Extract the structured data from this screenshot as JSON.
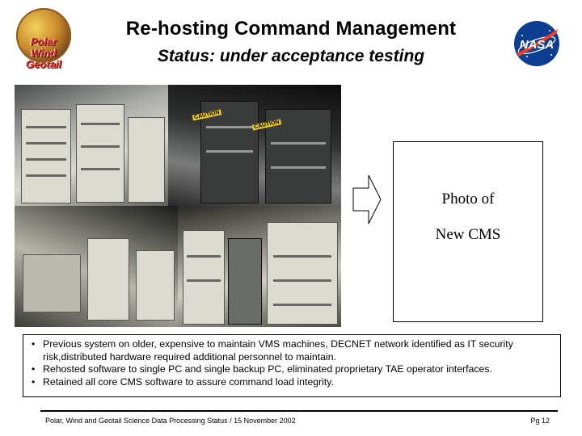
{
  "header": {
    "title": "Re-hosting Command Management",
    "subtitle": "Status: under acceptance testing",
    "logo_left_words": [
      "Polar",
      "Wind",
      "Geotail"
    ],
    "logo_right": "NASA"
  },
  "photos": {
    "caution_labels": [
      "CAUTION",
      "CAUTION"
    ]
  },
  "placeholder": {
    "line1": "Photo of",
    "line2": "New CMS"
  },
  "bullets": [
    "Previous system on older, expensive to maintain VMS machines, DECNET network identified as IT security risk,distributed hardware required additional personnel to maintain.",
    "Rehosted software to single PC and single backup PC, eliminated proprietary TAE operator interfaces.",
    "Retained all core CMS software to assure command load integrity."
  ],
  "footer": {
    "text": "Polar, Wind and Geotail Science Data Processing Status / 15 November 2002",
    "page": "Pg 12"
  },
  "colors": {
    "nasa_blue": "#0b3d91",
    "nasa_red": "#fc3d21",
    "logo_red": "#e4322a"
  }
}
